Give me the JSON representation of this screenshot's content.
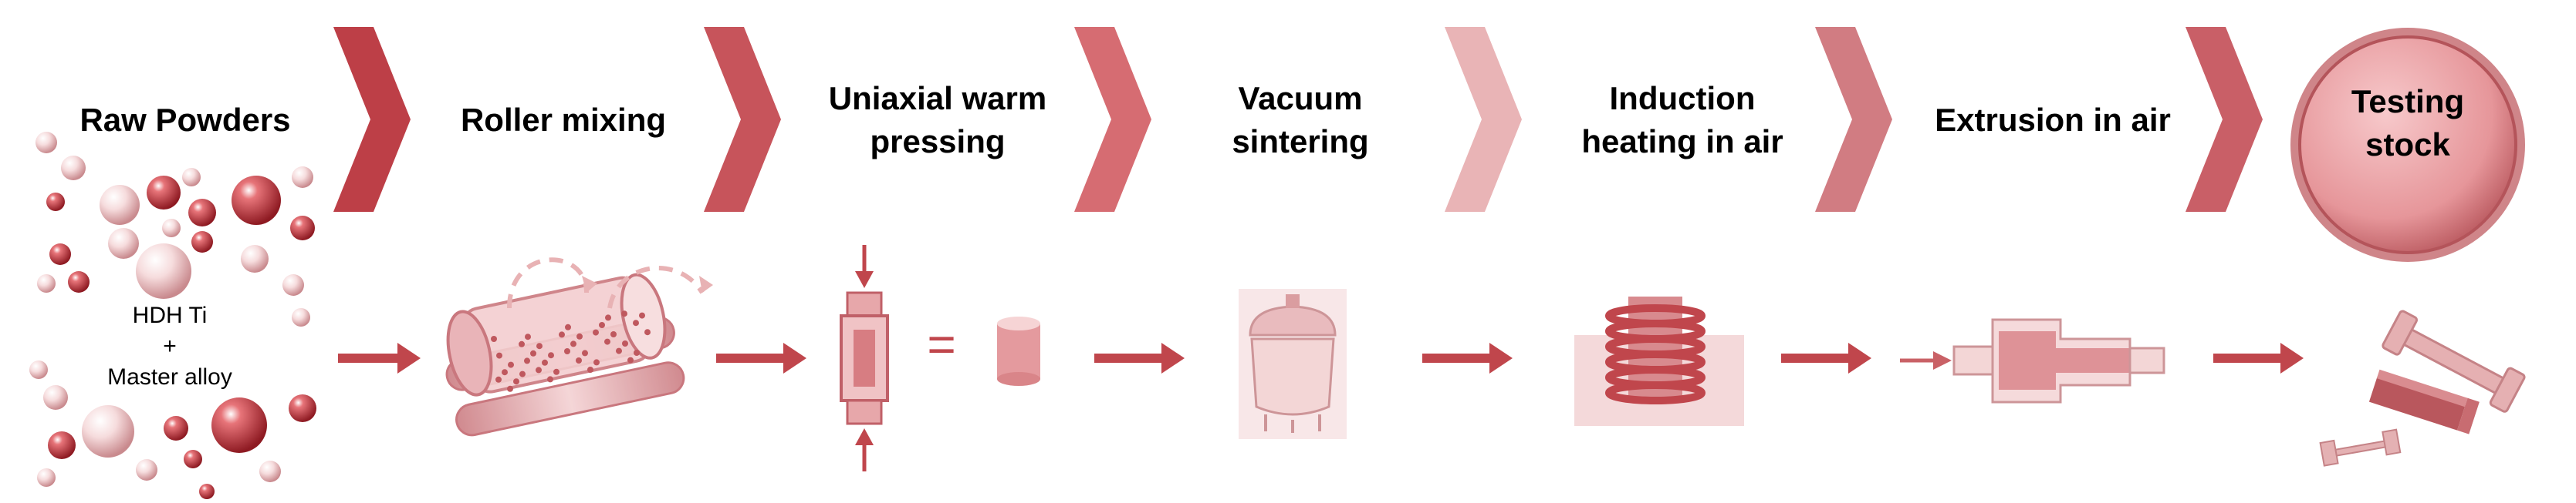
{
  "steps": [
    {
      "lines": [
        "Raw Powders"
      ]
    },
    {
      "lines": [
        "Roller mixing"
      ]
    },
    {
      "lines": [
        "Uniaxial warm",
        "pressing"
      ]
    },
    {
      "lines": [
        "Vacuum",
        "sintering"
      ]
    },
    {
      "lines": [
        "Induction",
        "heating in air"
      ]
    },
    {
      "lines": [
        "Extrusion in air"
      ]
    },
    {
      "lines": [
        "Testing",
        "stock"
      ]
    }
  ],
  "powder_labels": {
    "line1": "HDH Ti",
    "line2": "+",
    "line3": "Master alloy"
  },
  "equals_sign": "=",
  "colors": {
    "chevrons": [
      "#bd3f47",
      "#c7545b",
      "#d66c72",
      "#e9b4b6",
      "#d17c82",
      "#c95f67"
    ],
    "arrow": "#c0464c",
    "sphere_dark": "#b32830",
    "sphere_light": "#f3d0d1",
    "testing_stock_fill": "#e8989c",
    "icon_tint": "#d97b81"
  },
  "icons": [
    "powder-spheres-icon",
    "roller-mixer-icon",
    "press-die-icon",
    "cylinder-compact-icon",
    "vacuum-furnace-icon",
    "induction-coil-icon",
    "extrusion-die-icon",
    "test-specimens-icon"
  ]
}
